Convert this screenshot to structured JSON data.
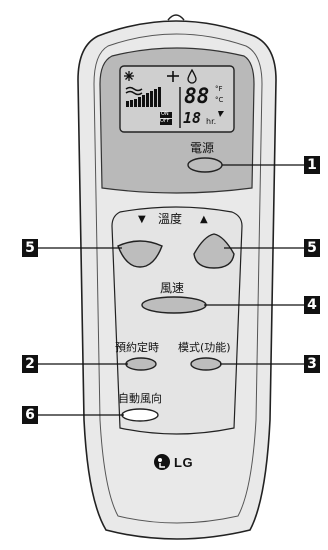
{
  "remote": {
    "display": {
      "temperature": "88",
      "temp_unit_f": "°F",
      "temp_unit_c": "°C",
      "timer_value": "18",
      "timer_unit": "hr.",
      "timer_on": "ON",
      "timer_off": "OFF"
    },
    "buttons": {
      "power_label": "電源",
      "temp_label": "溫度",
      "temp_down_symbol": "▼",
      "temp_up_symbol": "▲",
      "fan_speed_label": "風速",
      "timer_label": "預約定時",
      "mode_label": "模式(功能)",
      "auto_swing_label": "自動風向"
    },
    "brand": "LG"
  },
  "callouts": {
    "power": "1",
    "timer": "2",
    "mode": "3",
    "fan_speed": "4",
    "temp_down": "5",
    "temp_up": "5",
    "auto_swing": "6"
  },
  "colors": {
    "body": "#e9e9e9",
    "body_outline": "#222222",
    "lcd_panel": "#b9b9b9",
    "lcd": "#cfcfcf",
    "button": "#bdbdbd",
    "callout_bg": "#111111"
  }
}
